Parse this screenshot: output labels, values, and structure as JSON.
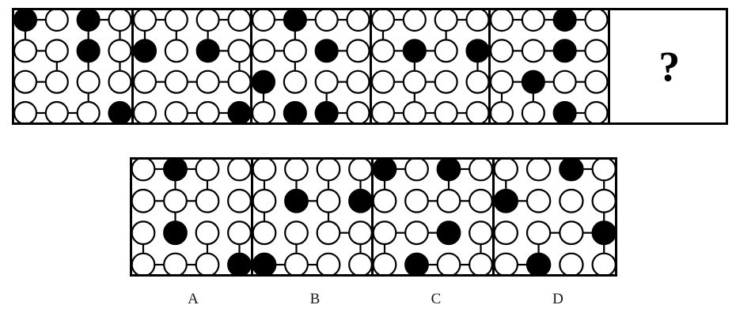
{
  "puzzle": {
    "type": "figure-series-matrix-reasoning",
    "grid": {
      "rows": 4,
      "cols": 4
    },
    "colors": {
      "filled": "#000000",
      "empty": "#ffffff",
      "stroke": "#000000",
      "background": "#ffffff"
    },
    "question_row": {
      "panels": [
        {
          "name": "question-panel-1",
          "filled": [
            [
              0,
              0
            ],
            [
              0,
              2
            ],
            [
              1,
              2
            ],
            [
              3,
              3
            ]
          ],
          "h_edges": [
            [
              0,
              0
            ],
            [
              0,
              2
            ],
            [
              1,
              0
            ],
            [
              2,
              0
            ],
            [
              3,
              0
            ],
            [
              3,
              1
            ]
          ],
          "v_edges": [
            [
              0,
              0
            ],
            [
              0,
              2
            ],
            [
              0,
              3
            ],
            [
              1,
              1
            ],
            [
              1,
              2
            ],
            [
              1,
              3
            ],
            [
              2,
              2
            ]
          ]
        },
        {
          "name": "question-panel-2",
          "filled": [
            [
              1,
              0
            ],
            [
              1,
              2
            ],
            [
              3,
              3
            ]
          ],
          "h_edges": [
            [
              0,
              0
            ],
            [
              0,
              2
            ],
            [
              1,
              2
            ],
            [
              2,
              0
            ],
            [
              2,
              1
            ],
            [
              2,
              2
            ],
            [
              3,
              1
            ],
            [
              3,
              2
            ]
          ],
          "v_edges": [
            [
              0,
              0
            ],
            [
              0,
              1
            ],
            [
              0,
              2
            ],
            [
              1,
              3
            ]
          ]
        },
        {
          "name": "question-panel-3",
          "filled": [
            [
              0,
              1
            ],
            [
              1,
              2
            ],
            [
              2,
              0
            ],
            [
              3,
              1
            ],
            [
              3,
              2
            ]
          ],
          "h_edges": [
            [
              0,
              0
            ],
            [
              0,
              1
            ],
            [
              0,
              2
            ],
            [
              1,
              0
            ],
            [
              1,
              2
            ],
            [
              2,
              2
            ],
            [
              3,
              2
            ]
          ],
          "v_edges": [
            [
              0,
              1
            ],
            [
              1,
              1
            ],
            [
              2,
              0
            ],
            [
              2,
              2
            ]
          ]
        },
        {
          "name": "question-panel-4",
          "filled": [
            [
              1,
              1
            ],
            [
              1,
              3
            ]
          ],
          "h_edges": [
            [
              0,
              0
            ],
            [
              0,
              2
            ],
            [
              1,
              0
            ],
            [
              1,
              1
            ],
            [
              2,
              0
            ],
            [
              2,
              1
            ],
            [
              3,
              0
            ],
            [
              3,
              1
            ],
            [
              3,
              2
            ]
          ],
          "v_edges": [
            [
              0,
              0
            ],
            [
              0,
              2
            ],
            [
              1,
              1
            ],
            [
              1,
              3
            ],
            [
              2,
              1
            ]
          ]
        },
        {
          "name": "question-panel-5",
          "filled": [
            [
              0,
              2
            ],
            [
              1,
              2
            ],
            [
              2,
              1
            ],
            [
              3,
              2
            ]
          ],
          "h_edges": [
            [
              0,
              0
            ],
            [
              0,
              1
            ],
            [
              0,
              2
            ],
            [
              1,
              0
            ],
            [
              1,
              1
            ],
            [
              1,
              2
            ],
            [
              2,
              0
            ],
            [
              2,
              1
            ],
            [
              2,
              2
            ],
            [
              3,
              2
            ]
          ],
          "v_edges": [
            [
              2,
              0
            ],
            [
              2,
              1
            ]
          ]
        },
        {
          "name": "question-panel-unknown",
          "is_question": true,
          "label": "?"
        }
      ]
    },
    "answer_row": {
      "options": [
        {
          "name": "option-a",
          "letter": "A",
          "filled": [
            [
              0,
              1
            ],
            [
              2,
              1
            ],
            [
              3,
              3
            ]
          ],
          "h_edges": [
            [
              0,
              0
            ],
            [
              0,
              1
            ],
            [
              1,
              0
            ],
            [
              1,
              1
            ],
            [
              3,
              0
            ],
            [
              3,
              1
            ]
          ],
          "v_edges": [
            [
              0,
              1
            ],
            [
              0,
              2
            ],
            [
              1,
              1
            ],
            [
              2,
              0
            ],
            [
              2,
              2
            ],
            [
              2,
              3
            ]
          ]
        },
        {
          "name": "option-b",
          "letter": "B",
          "filled": [
            [
              1,
              1
            ],
            [
              1,
              3
            ],
            [
              3,
              0
            ]
          ],
          "h_edges": [
            [
              1,
              1
            ],
            [
              2,
              2
            ],
            [
              3,
              0
            ],
            [
              3,
              1
            ]
          ],
          "v_edges": [
            [
              0,
              0
            ],
            [
              0,
              1
            ],
            [
              0,
              2
            ],
            [
              0,
              3
            ],
            [
              1,
              0
            ],
            [
              1,
              2
            ],
            [
              2,
              1
            ],
            [
              2,
              3
            ]
          ]
        },
        {
          "name": "option-c",
          "letter": "C",
          "filled": [
            [
              0,
              0
            ],
            [
              0,
              2
            ],
            [
              2,
              2
            ],
            [
              3,
              1
            ]
          ],
          "h_edges": [
            [
              0,
              0
            ],
            [
              0,
              2
            ],
            [
              1,
              1
            ],
            [
              1,
              2
            ],
            [
              2,
              0
            ],
            [
              2,
              1
            ],
            [
              3,
              1
            ],
            [
              3,
              2
            ]
          ],
          "v_edges": [
            [
              0,
              0
            ],
            [
              0,
              2
            ],
            [
              2,
              0
            ],
            [
              2,
              3
            ]
          ]
        },
        {
          "name": "option-d",
          "letter": "D",
          "filled": [
            [
              0,
              2
            ],
            [
              1,
              0
            ],
            [
              2,
              3
            ],
            [
              3,
              1
            ]
          ],
          "h_edges": [
            [
              0,
              2
            ],
            [
              1,
              0
            ],
            [
              2,
              1
            ],
            [
              2,
              2
            ],
            [
              3,
              0
            ]
          ],
          "v_edges": [
            [
              0,
              0
            ],
            [
              0,
              3
            ],
            [
              1,
              3
            ],
            [
              2,
              1
            ],
            [
              2,
              3
            ]
          ]
        }
      ]
    }
  }
}
